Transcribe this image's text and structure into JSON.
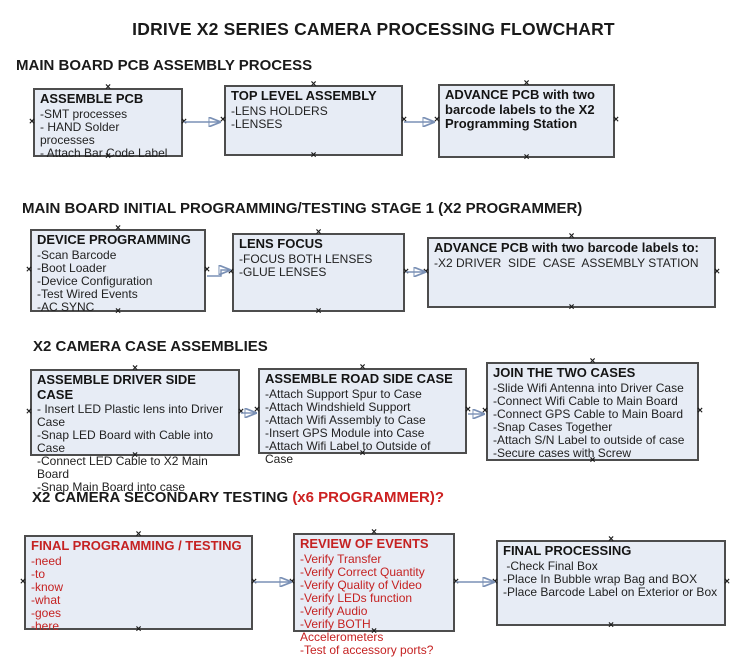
{
  "title": "IDRIVE X2  SERIES CAMERA PROCESSING FLOWCHART",
  "anchor_glyph": "×",
  "colors": {
    "box_fill": "#e7ecf5",
    "box_border": "#4d4d4d",
    "red_text": "#c52222",
    "connector_line": "#7a90b5",
    "connector_arrowhead": "#30508a"
  },
  "sections": [
    {
      "heading": "MAIN BOARD PCB ASSEMBLY PROCESS",
      "heading_red": "",
      "boxes": [
        {
          "title": "ASSEMBLE PCB",
          "items": [
            "-SMT processes",
            "- HAND Solder processes",
            "- Attach Bar Code Label"
          ]
        },
        {
          "title": "TOP LEVEL ASSEMBLY",
          "items": [
            "-LENS HOLDERS",
            "-LENSES"
          ]
        },
        {
          "title": "ADVANCE PCB with two barcode labels to the X2 Programming Station",
          "items": []
        }
      ]
    },
    {
      "heading": "MAIN BOARD INITIAL PROGRAMMING/TESTING STAGE 1 (X2 PROGRAMMER)",
      "heading_red": "",
      "boxes": [
        {
          "title": "DEVICE PROGRAMMING",
          "items": [
            "-Scan Barcode",
            "-Boot Loader",
            "-Device Configuration",
            "-Test Wired Events",
            "-AC SYNC"
          ]
        },
        {
          "title": "LENS FOCUS",
          "items": [
            "-FOCUS BOTH LENSES",
            "-GLUE LENSES"
          ]
        },
        {
          "title": "ADVANCE PCB with two barcode labels to:",
          "items": [
            "-X2 DRIVER  SIDE  CASE  ASSEMBLY STATION"
          ]
        }
      ]
    },
    {
      "heading": "X2 CAMERA CASE ASSEMBLIES",
      "heading_red": "",
      "boxes": [
        {
          "title": "ASSEMBLE DRIVER SIDE CASE",
          "items": [
            "- Insert LED Plastic lens into Driver Case",
            "-Snap LED Board with Cable into Case",
            "-Connect LED Cable to X2 Main Board",
            "-Snap Main Board into case"
          ]
        },
        {
          "title": "ASSEMBLE ROAD SIDE CASE",
          "items": [
            "-Attach Support Spur to Case",
            "-Attach Windshield Support",
            "-Attach Wifi Assembly to Case",
            "-Insert GPS Module into Case",
            "-Attach Wifi Label to Outside of Case"
          ]
        },
        {
          "title": "JOIN THE TWO CASES",
          "items": [
            "-Slide Wifi Antenna into Driver Case",
            "-Connect Wifi Cable to Main Board",
            "-Connect GPS Cable to Main Board",
            "-Snap Cases Together",
            "-Attach S/N Label to outside of case",
            "-Secure cases with Screw"
          ]
        }
      ]
    },
    {
      "heading": "X2 CAMERA SECONDARY TESTING ",
      "heading_red": " (x6 PROGRAMMER)?",
      "boxes": [
        {
          "title": "FINAL PROGRAMMING / TESTING",
          "items": [
            "-need",
            "-to",
            "-know",
            "-what",
            "-goes",
            "-here"
          ]
        },
        {
          "title": "REVIEW OF EVENTS",
          "items": [
            "-Verify Transfer",
            "-Verify Correct Quantity",
            "-Verify Quality of Video",
            "-Verify LEDs function",
            "-Verify Audio",
            "-Verify BOTH Accelerometers",
            "-Test of accessory ports?"
          ]
        },
        {
          "title": "FINAL PROCESSING",
          "items": [
            " -Check Final Box",
            "-Place In Bubble wrap Bag and BOX",
            "-Place Barcode Label on Exterior or Box"
          ]
        }
      ]
    }
  ]
}
